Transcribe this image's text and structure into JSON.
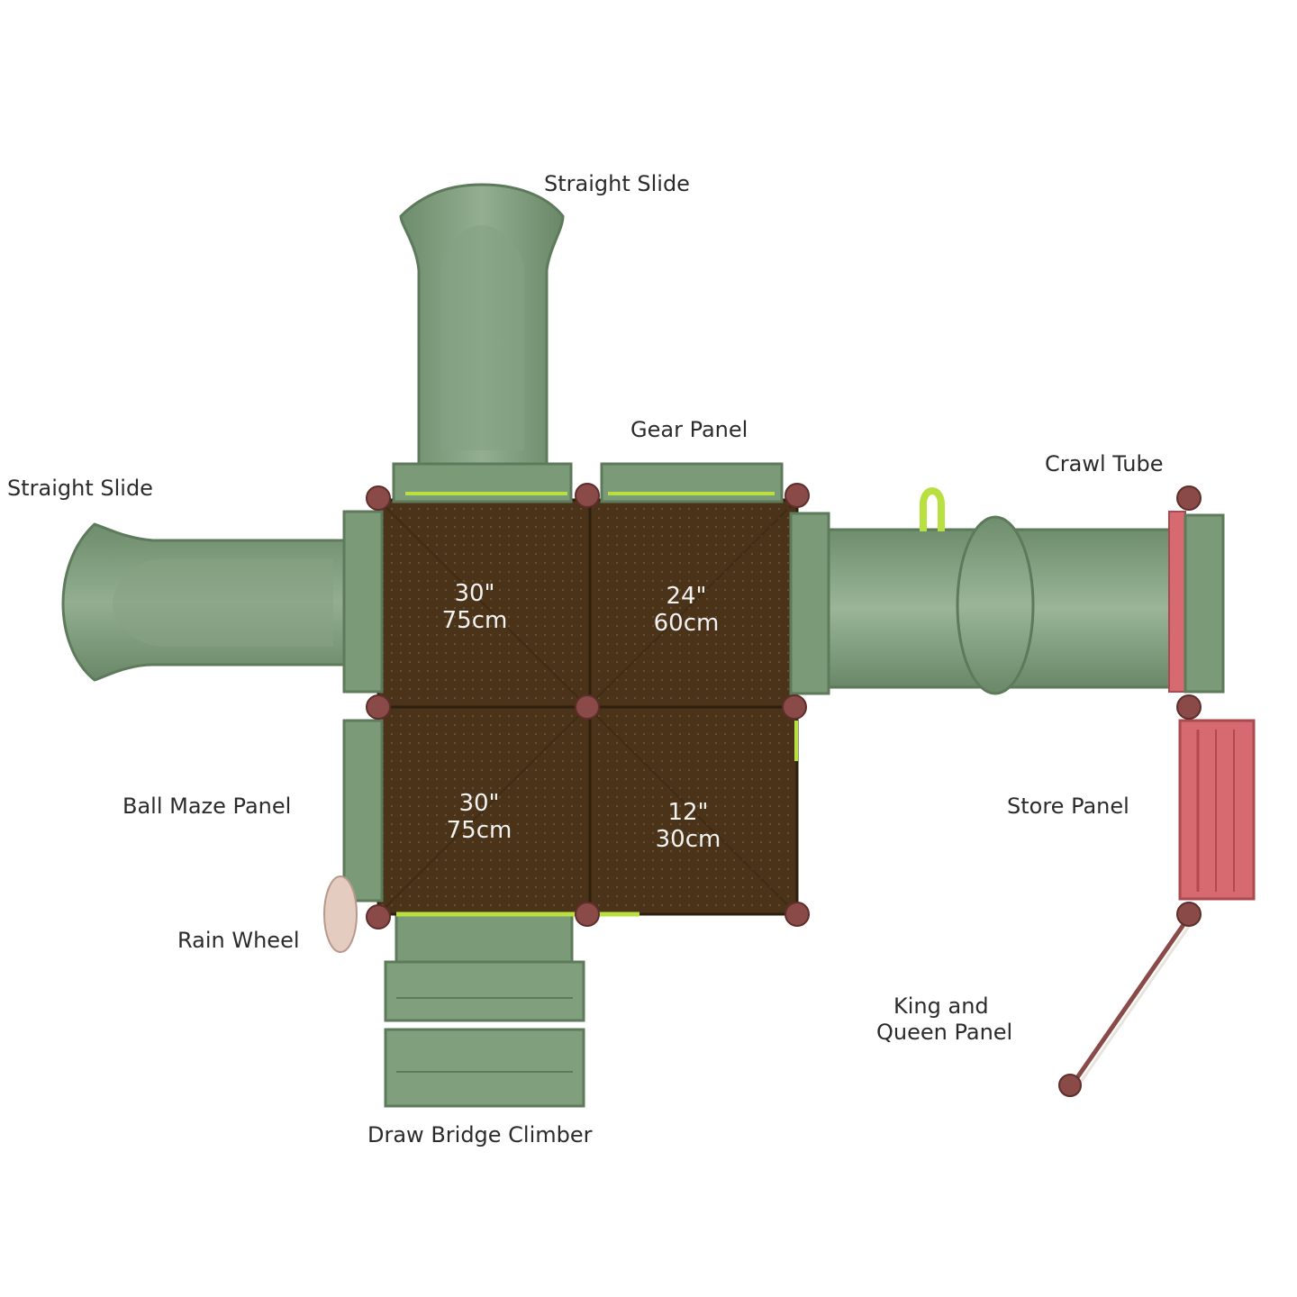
{
  "labels": {
    "straight_slide_top": "Straight Slide",
    "straight_slide_left": "Straight Slide",
    "gear_panel": "Gear Panel",
    "crawl_tube": "Crawl Tube",
    "ball_maze_panel": "Ball Maze Panel",
    "rain_wheel": "Rain Wheel",
    "store_panel": "Store Panel",
    "king_queen_line1": "King and",
    "king_queen_line2": "Queen Panel",
    "draw_bridge_climber": "Draw Bridge Climber"
  },
  "decks": {
    "top_left": {
      "imperial": "30\"",
      "metric": "75cm"
    },
    "top_right": {
      "imperial": "24\"",
      "metric": "60cm"
    },
    "bottom_left": {
      "imperial": "30\"",
      "metric": "75cm"
    },
    "bottom_right": {
      "imperial": "12\"",
      "metric": "30cm"
    }
  },
  "colors": {
    "plastic_green": "#7a9a78",
    "deck_brown": "#4a3318",
    "post_cap": "#8a4a48",
    "accent_red": "#d66a70",
    "accent_lime": "#b8e040"
  }
}
